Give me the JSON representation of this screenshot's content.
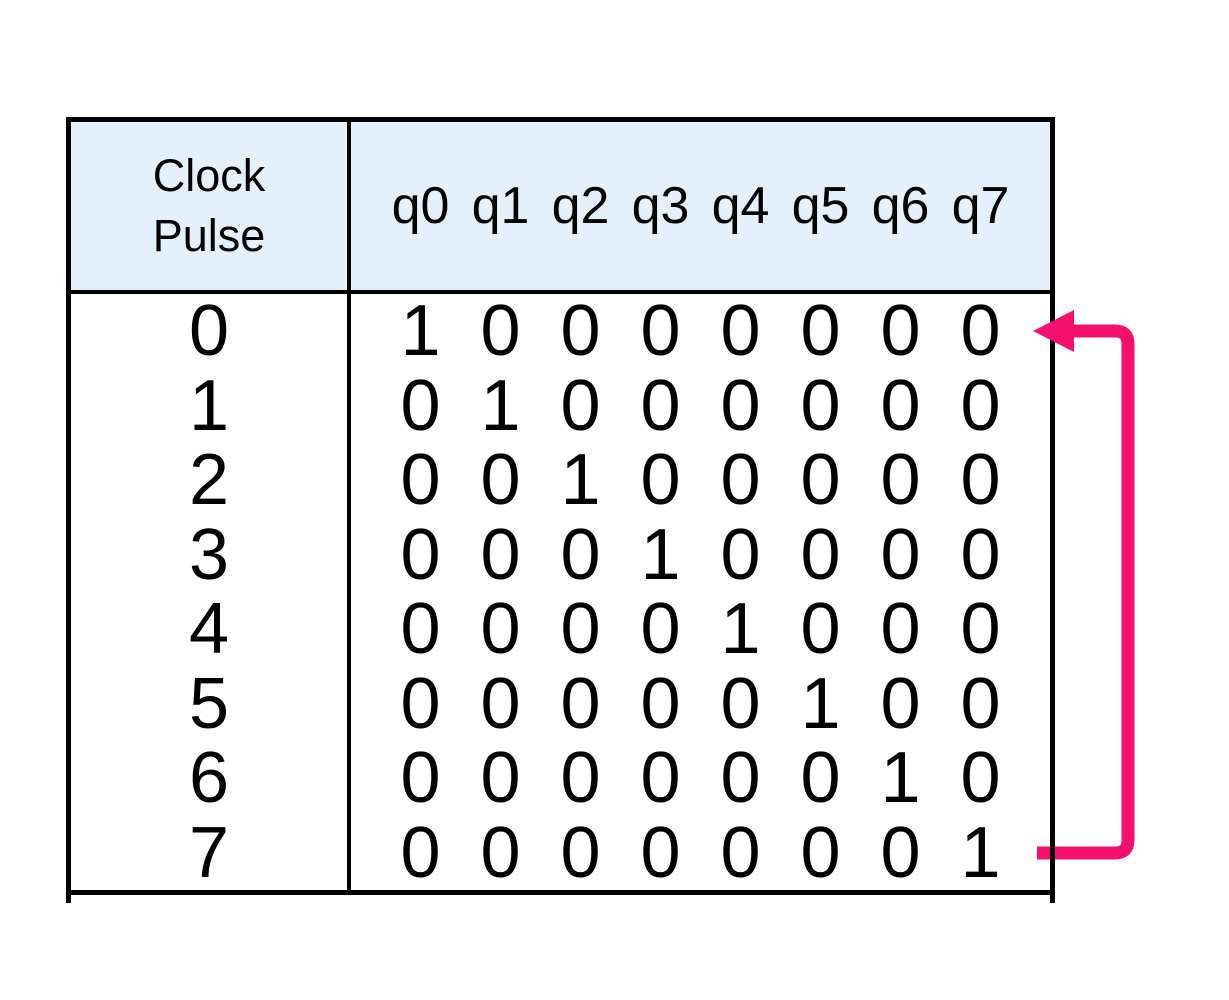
{
  "table": {
    "header": {
      "clock_label_line1": "Clock",
      "clock_label_line2": "Pulse",
      "q_labels": [
        "q0",
        "q1",
        "q2",
        "q3",
        "q4",
        "q5",
        "q6",
        "q7"
      ],
      "background": "#e4f1fb"
    },
    "rows": [
      {
        "pulse": "0",
        "bits": [
          "1",
          "0",
          "0",
          "0",
          "0",
          "0",
          "0",
          "0"
        ]
      },
      {
        "pulse": "1",
        "bits": [
          "0",
          "1",
          "0",
          "0",
          "0",
          "0",
          "0",
          "0"
        ]
      },
      {
        "pulse": "2",
        "bits": [
          "0",
          "0",
          "1",
          "0",
          "0",
          "0",
          "0",
          "0"
        ]
      },
      {
        "pulse": "3",
        "bits": [
          "0",
          "0",
          "0",
          "1",
          "0",
          "0",
          "0",
          "0"
        ]
      },
      {
        "pulse": "4",
        "bits": [
          "0",
          "0",
          "0",
          "0",
          "1",
          "0",
          "0",
          "0"
        ]
      },
      {
        "pulse": "5",
        "bits": [
          "0",
          "0",
          "0",
          "0",
          "0",
          "1",
          "0",
          "0"
        ]
      },
      {
        "pulse": "6",
        "bits": [
          "0",
          "0",
          "0",
          "0",
          "0",
          "0",
          "1",
          "0"
        ]
      },
      {
        "pulse": "7",
        "bits": [
          "0",
          "0",
          "0",
          "0",
          "0",
          "0",
          "0",
          "1"
        ]
      }
    ]
  },
  "arrow": {
    "from_row": "7",
    "to_row": "0"
  },
  "colors": {
    "border": "#000000",
    "text": "#000000",
    "header_bg": "#e4f1fb",
    "arrow_pink": "#f5106e"
  }
}
